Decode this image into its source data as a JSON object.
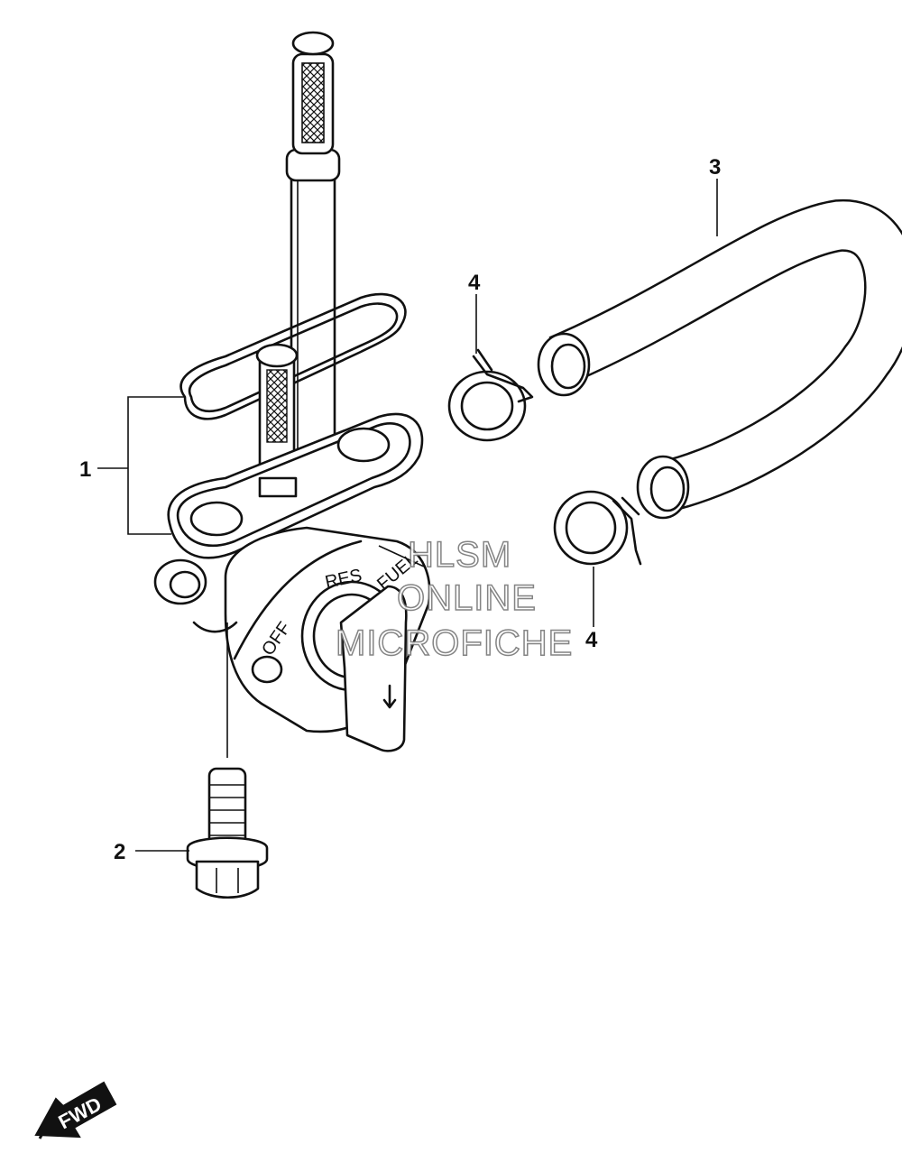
{
  "callouts": [
    {
      "id": "1",
      "label": "1"
    },
    {
      "id": "2",
      "label": "2"
    },
    {
      "id": "3",
      "label": "3"
    },
    {
      "id": "4a",
      "label": "4"
    },
    {
      "id": "4b",
      "label": "4"
    }
  ],
  "valve_labels": {
    "off": "OFF",
    "res": "RES",
    "fuel": "FUEL"
  },
  "watermark": {
    "line1": "HLSM",
    "line2": "ONLINE",
    "line3": "MICROFICHE"
  },
  "fwd_badge": {
    "text": "FWD"
  }
}
